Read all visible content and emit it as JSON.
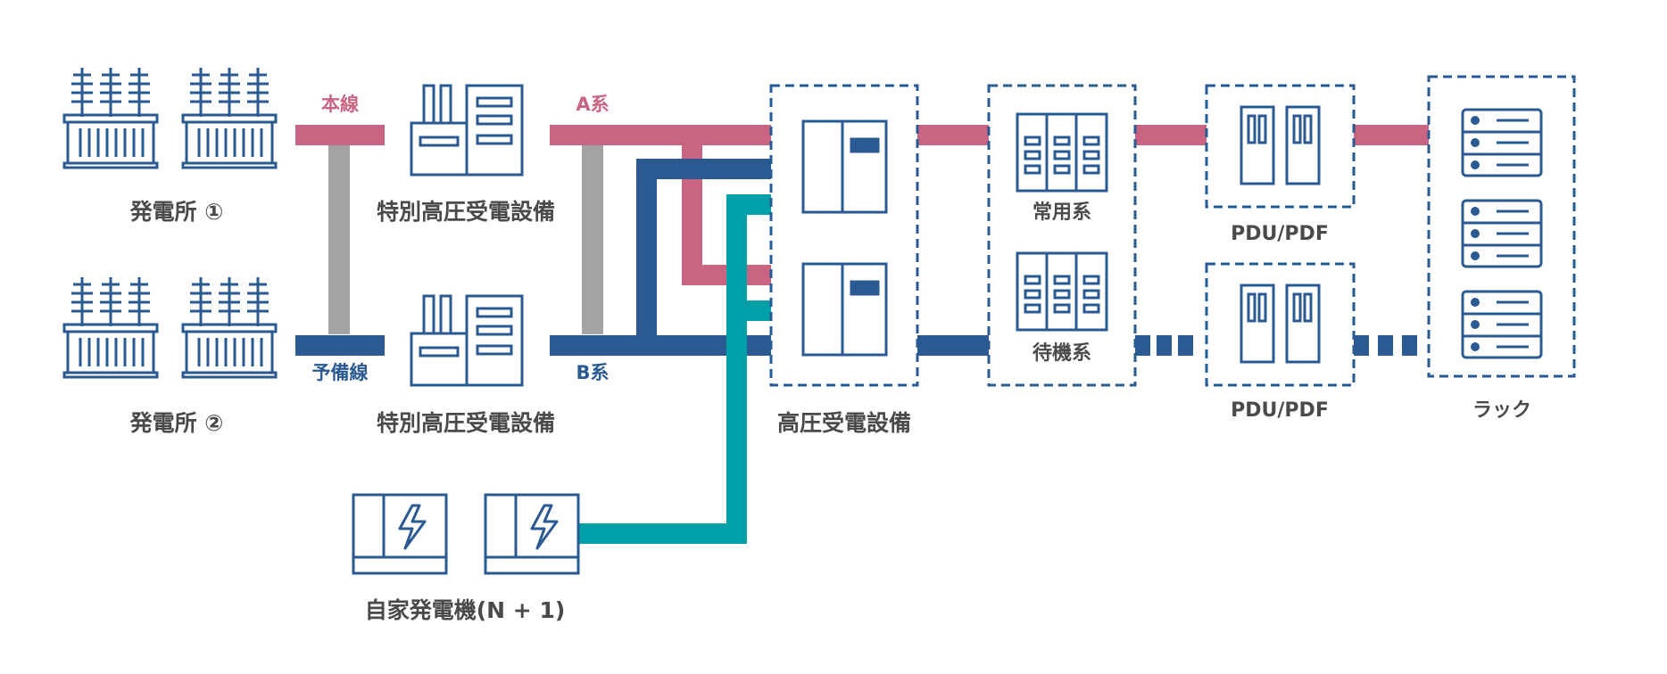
{
  "colors": {
    "main_line": "#c96482",
    "backup_line": "#2b5a93",
    "generator_line": "#00a0a8",
    "tie_bar": "#a3a3a3",
    "icon_stroke": "#2b5a93",
    "label_text": "#4a4a4a"
  },
  "labels": {
    "plant1": "発電所 ①",
    "plant2": "発電所 ②",
    "main_line": "本線",
    "backup_line": "予備線",
    "extra_hv1": "特別高圧受電設備",
    "extra_hv2": "特別高圧受電設備",
    "a_system": "A系",
    "b_system": "B系",
    "hv_equipment": "高圧受電設備",
    "normal_system": "常用系",
    "standby_system": "待機系",
    "pdu_top": "PDU/PDF",
    "pdu_bottom": "PDU/PDF",
    "rack": "ラック",
    "generator": "自家発電機(N + 1)"
  },
  "icons": [
    "transformer-icon",
    "switchgear-icon",
    "receiving-panel-icon",
    "ups-cabinet-icon",
    "pdu-icon",
    "server-icon",
    "generator-icon"
  ]
}
